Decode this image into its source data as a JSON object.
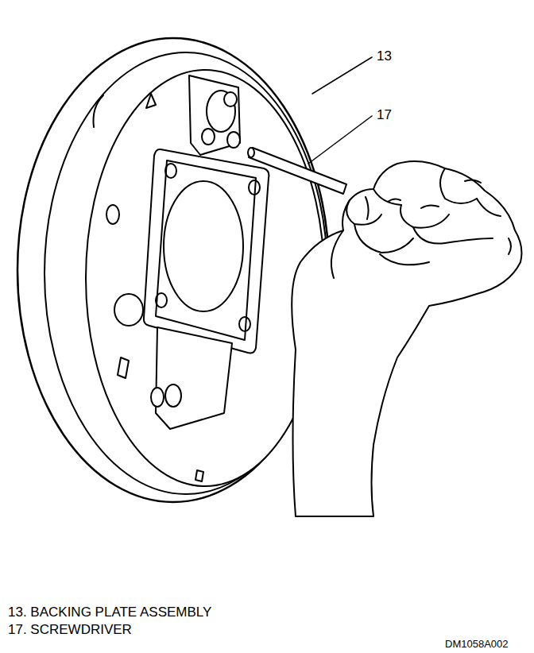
{
  "diagram": {
    "labels": [
      "13",
      "17",
      "13.  BACKING PLATE ASSEMBLY",
      "17.  SCREWDRIVER",
      "DM1058A002"
    ]
  }
}
